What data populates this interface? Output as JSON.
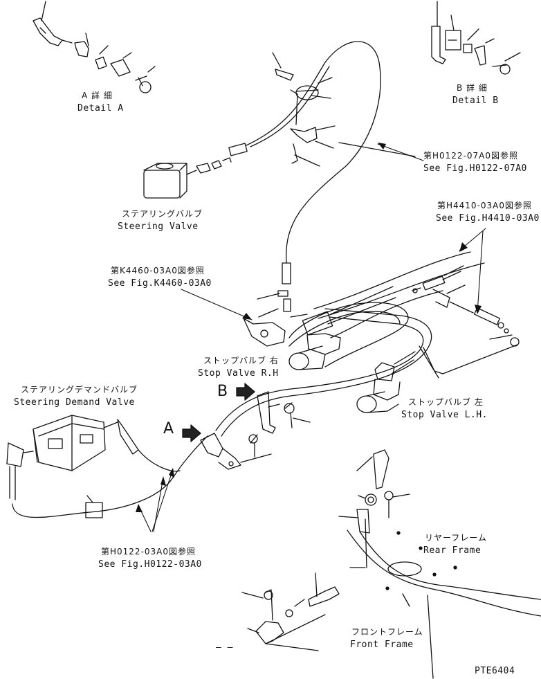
{
  "detail_a": {
    "jp": "A 詳 細",
    "en": "Detail A",
    "marker": "A"
  },
  "detail_b": {
    "jp": "B 詳 細",
    "en": "Detail B",
    "marker": "B"
  },
  "steering_valve": {
    "jp": "ステアリングバルブ",
    "en": "Steering Valve"
  },
  "steering_demand_valve": {
    "jp": "ステアリングデマンドバルブ",
    "en": "Steering Demand Valve"
  },
  "stop_valve_rh": {
    "jp": "ストップバルブ 右",
    "en": "Stop Valve R.H"
  },
  "stop_valve_lh": {
    "jp": "ストップバルブ 左",
    "en": "Stop Valve L.H."
  },
  "rear_frame": {
    "jp": "リヤーフレーム",
    "en": "Rear Frame"
  },
  "front_frame": {
    "jp": "フロントフレーム",
    "en": "Front Frame"
  },
  "refs": {
    "h0122_07a0": {
      "jp": "第H0122-07A0図参照",
      "en": "See Fig.H0122-07A0"
    },
    "h4410_03a0": {
      "jp": "第H4410-03A0図参照",
      "en": "See Fig.H4410-03A0"
    },
    "k4460_03a0": {
      "jp": "第K4460-03A0図参照",
      "en": "See Fig.K4460-03A0"
    },
    "h0122_03a0": {
      "jp": "第H0122-03A0図参照",
      "en": "See Fig.H0122-03A0"
    }
  },
  "drawing_code": "PTE6404",
  "dash_mark": "– –"
}
